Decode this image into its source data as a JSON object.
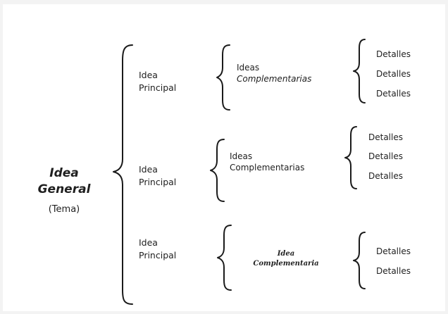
{
  "root": {
    "title_line1": "Idea",
    "title_line2": "General",
    "subtitle": "(Tema)"
  },
  "branches": [
    {
      "principal_line1": "Idea",
      "principal_line2": "Principal",
      "complementary_line1": "Ideas",
      "complementary_line2": "Complementarias",
      "details": [
        "Detalles",
        "Detalles",
        "Detalles"
      ]
    },
    {
      "principal_line1": "Idea",
      "principal_line2": "Principal",
      "complementary_line1": "Ideas",
      "complementary_line2": "Complementarias",
      "details": [
        "Detalles",
        "Detalles",
        "Detalles"
      ]
    },
    {
      "principal_line1": "Idea",
      "principal_line2": "Principal",
      "complementary_line1": "Idea",
      "complementary_line2": "Complementaria",
      "details": [
        "Detalles",
        "Detalles"
      ]
    }
  ]
}
